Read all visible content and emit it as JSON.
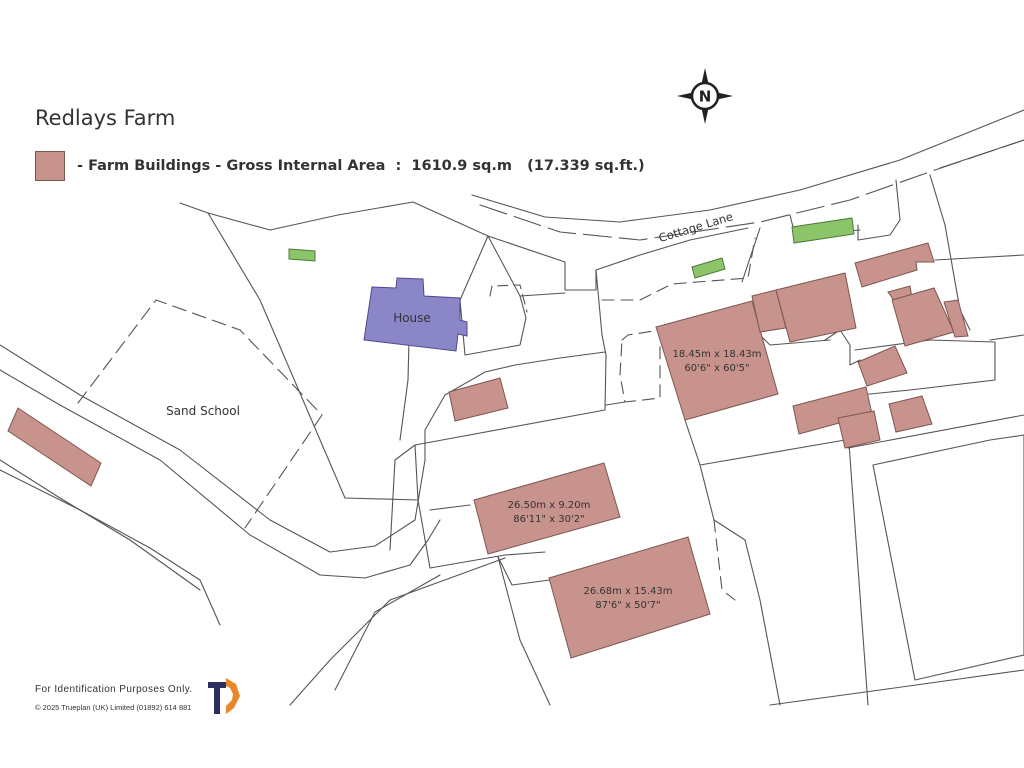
{
  "title": "Redlays Farm",
  "legend": {
    "label": "- Farm Buildings - Gross Internal Area  :  1610.9 sq.m   (17.339 sq.ft.)",
    "color": "#c8938c"
  },
  "compass": {
    "letter": "N"
  },
  "road_label": "Cottage Lane",
  "labels": {
    "house": "House",
    "sand_school": "Sand School"
  },
  "buildings": [
    {
      "name": "building-a",
      "metric": "18.45m  x  18.43m",
      "imperial": "60'6\"  x  60'5\""
    },
    {
      "name": "building-b",
      "metric": "26.50m  x  9.20m",
      "imperial": "86'11\"  x  30'2\""
    },
    {
      "name": "building-c",
      "metric": "26.68m  x  15.43m",
      "imperial": "87'6\"  x  50'7\""
    }
  ],
  "footer": {
    "note": "For Identification Purposes Only.",
    "copyright": "©  2025 Trueplan (UK) Limited  (01892) 614 881"
  },
  "colors": {
    "building": "#c8938c",
    "house": "#8b86c8",
    "green": "#8cc46a",
    "line": "#555555",
    "logo_dark": "#2c2f5e",
    "logo_orange": "#e8862a"
  }
}
